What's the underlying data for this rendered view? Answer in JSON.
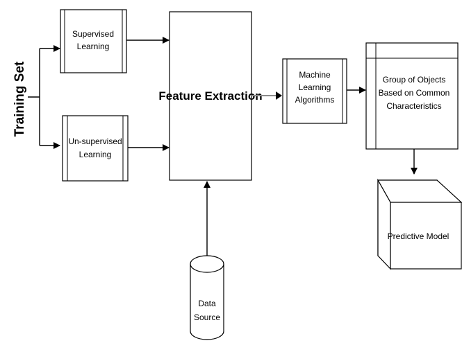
{
  "diagram": {
    "side_label": "Training Set",
    "nodes": {
      "supervised": [
        "Supervised",
        "Learning"
      ],
      "unsupervised": [
        "Un-supervised",
        "Learning"
      ],
      "feature_extraction": "Feature Extraction",
      "ml_algorithms": [
        "Machine",
        "Learning",
        "Algorithms"
      ],
      "group_objects": [
        "Group of Objects",
        "Based on Common",
        "Characteristics"
      ],
      "predictive_model": "Predictive Model",
      "data_source": [
        "Data",
        "Source"
      ]
    },
    "colors": {
      "stroke": "#000000",
      "fill": "#ffffff",
      "arrow_grey": "#8a8a8a"
    }
  }
}
